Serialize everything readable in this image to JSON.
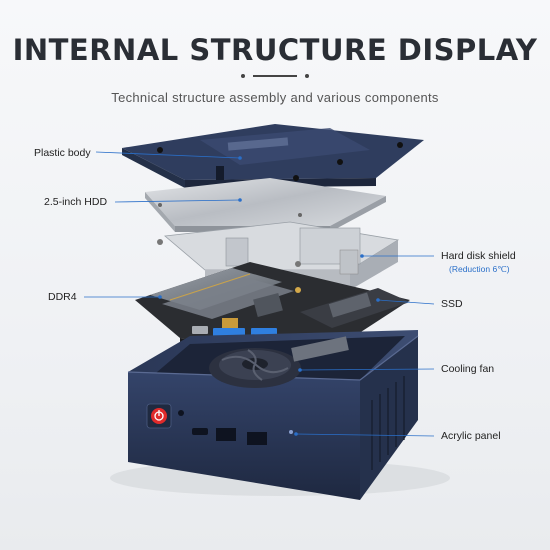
{
  "header": {
    "title": "INTERNAL STRUCTURE DISPLAY",
    "subtitle": "Technical structure assembly and various components"
  },
  "callouts": {
    "plastic_body": "Plastic body",
    "hdd": "2.5-inch HDD",
    "ddr4": "DDR4",
    "hard_disk_shield": "Hard disk shield",
    "shield_note": "(Reduction 6℃)",
    "ssd": "SSD",
    "cooling_fan": "Cooling fan",
    "acrylic_panel": "Acrylic panel"
  },
  "colors": {
    "body_navy": "#2c3a58",
    "body_dark": "#1f2a40",
    "power_button": "#e02a2a",
    "usb_blue": "#2f7fe0",
    "pcb": "#2d2f33",
    "metal": "#c9ccd1",
    "accent_blue": "#2a6fc9"
  },
  "icons": [
    "power-icon"
  ]
}
